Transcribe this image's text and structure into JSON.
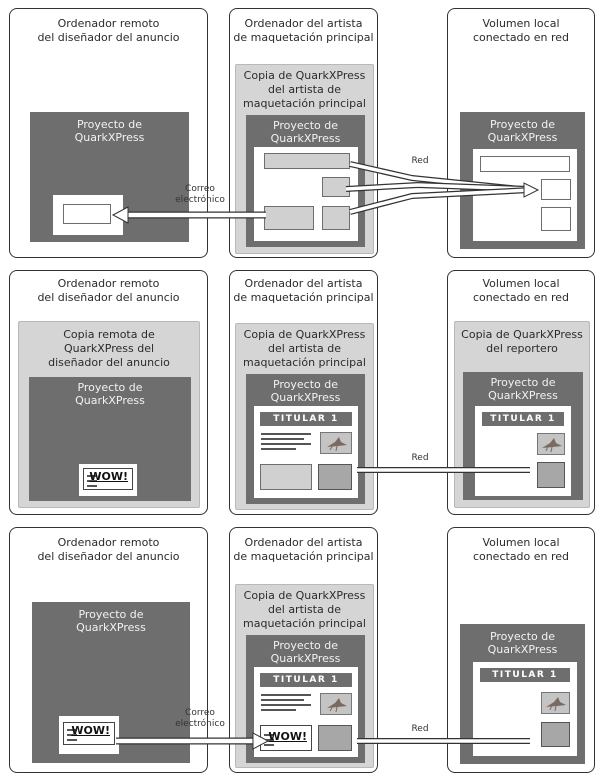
{
  "columns": {
    "remote": "Ordenador remoto\ndel diseñador del anuncio",
    "artist": "Ordenador del artista\nde maquetación principal",
    "volume": "Volumen local\nconectado en red"
  },
  "copies": {
    "artist_copy": "Copia de QuarkXPress\ndel artista de\nmaquetación principal",
    "remote_copy": "Copia remota de\nQuarkXPress del\ndiseñador del anuncio",
    "reporter_copy": "Copia de QuarkXPress\ndel reportero"
  },
  "project_label": "Proyecto de\nQuarkXPress",
  "headline": "TITULAR 1",
  "ad_text": "WOW!",
  "connections": {
    "email": "Correo\nelectrónico",
    "network": "Red"
  }
}
